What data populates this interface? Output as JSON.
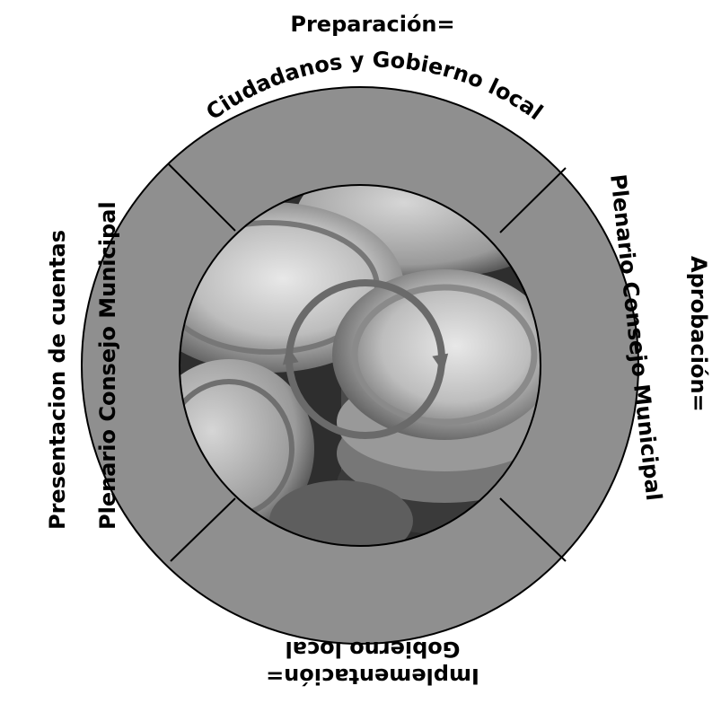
{
  "diagram": {
    "colors": {
      "ring_fill": "#8f8f8f",
      "ring_stroke": "#000000",
      "cycle_arrow": "#6a6a6a",
      "text": "#000000"
    },
    "icon": "cycle-arrows-icon",
    "background_image": "euro-coins-photo",
    "stages": {
      "top": {
        "line1": "Preparación=",
        "line2": "Ciudadanos y Gobierno local"
      },
      "right": {
        "line1": "Aprobación=",
        "line2": "Plenario Consejo Municipal"
      },
      "bottom": {
        "line1": "Implementación=",
        "line2": "Gobierno local"
      },
      "left": {
        "line1": "Presentacion  de  cuentas",
        "line2": "Plenario Consejo Municipal"
      }
    }
  }
}
